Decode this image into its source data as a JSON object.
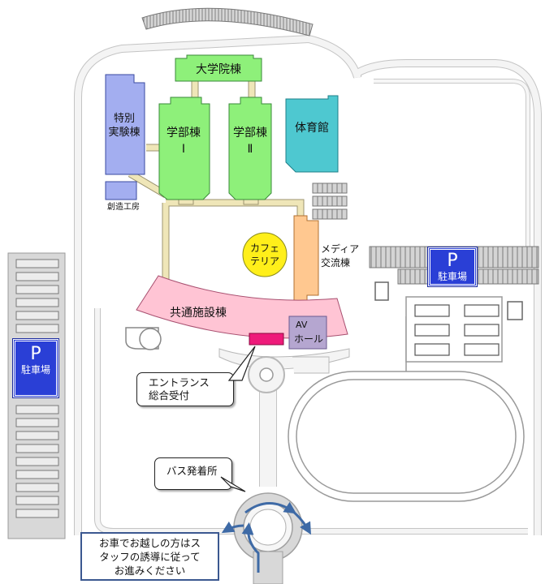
{
  "buildings": {
    "graduate_school": "大学院棟",
    "special_lab_line1": "特別",
    "special_lab_line2": "実験棟",
    "faculty1_line1": "学部棟",
    "faculty1_line2": "Ⅰ",
    "faculty2_line1": "学部棟",
    "faculty2_line2": "Ⅱ",
    "gymnasium": "体育館",
    "workshop": "創造工房",
    "cafeteria_line1": "カフェ",
    "cafeteria_line2": "テリア",
    "media_line1": "メディア",
    "media_line2": "交流棟",
    "common_facility": "共通施設棟",
    "av_line1": "AV",
    "av_line2": "ホール"
  },
  "callouts": {
    "entrance_line1": "エントランス",
    "entrance_line2": "総合受付",
    "bus_stop": "バス発着所"
  },
  "parking": {
    "left_p": "P",
    "left_label": "駐車場",
    "right_p": "P",
    "right_label": "駐車場"
  },
  "notice": {
    "line1": "お車でお越しの方はス",
    "line2": "タッフの誘導に従って",
    "line3": "お進みください"
  },
  "colors": {
    "academic_green": "#8ef07a",
    "special_lab_blue": "#a3aef0",
    "gym_teal": "#4ec8d0",
    "cafeteria_yellow": "#ffef1a",
    "media_orange": "#ffc890",
    "common_pink": "#ffc4d4",
    "av_purple": "#b5a6d0",
    "entrance_magenta": "#ee1a7a",
    "parking_blue": "#2a3fd6",
    "walkway_tan": "#efe6b8"
  }
}
